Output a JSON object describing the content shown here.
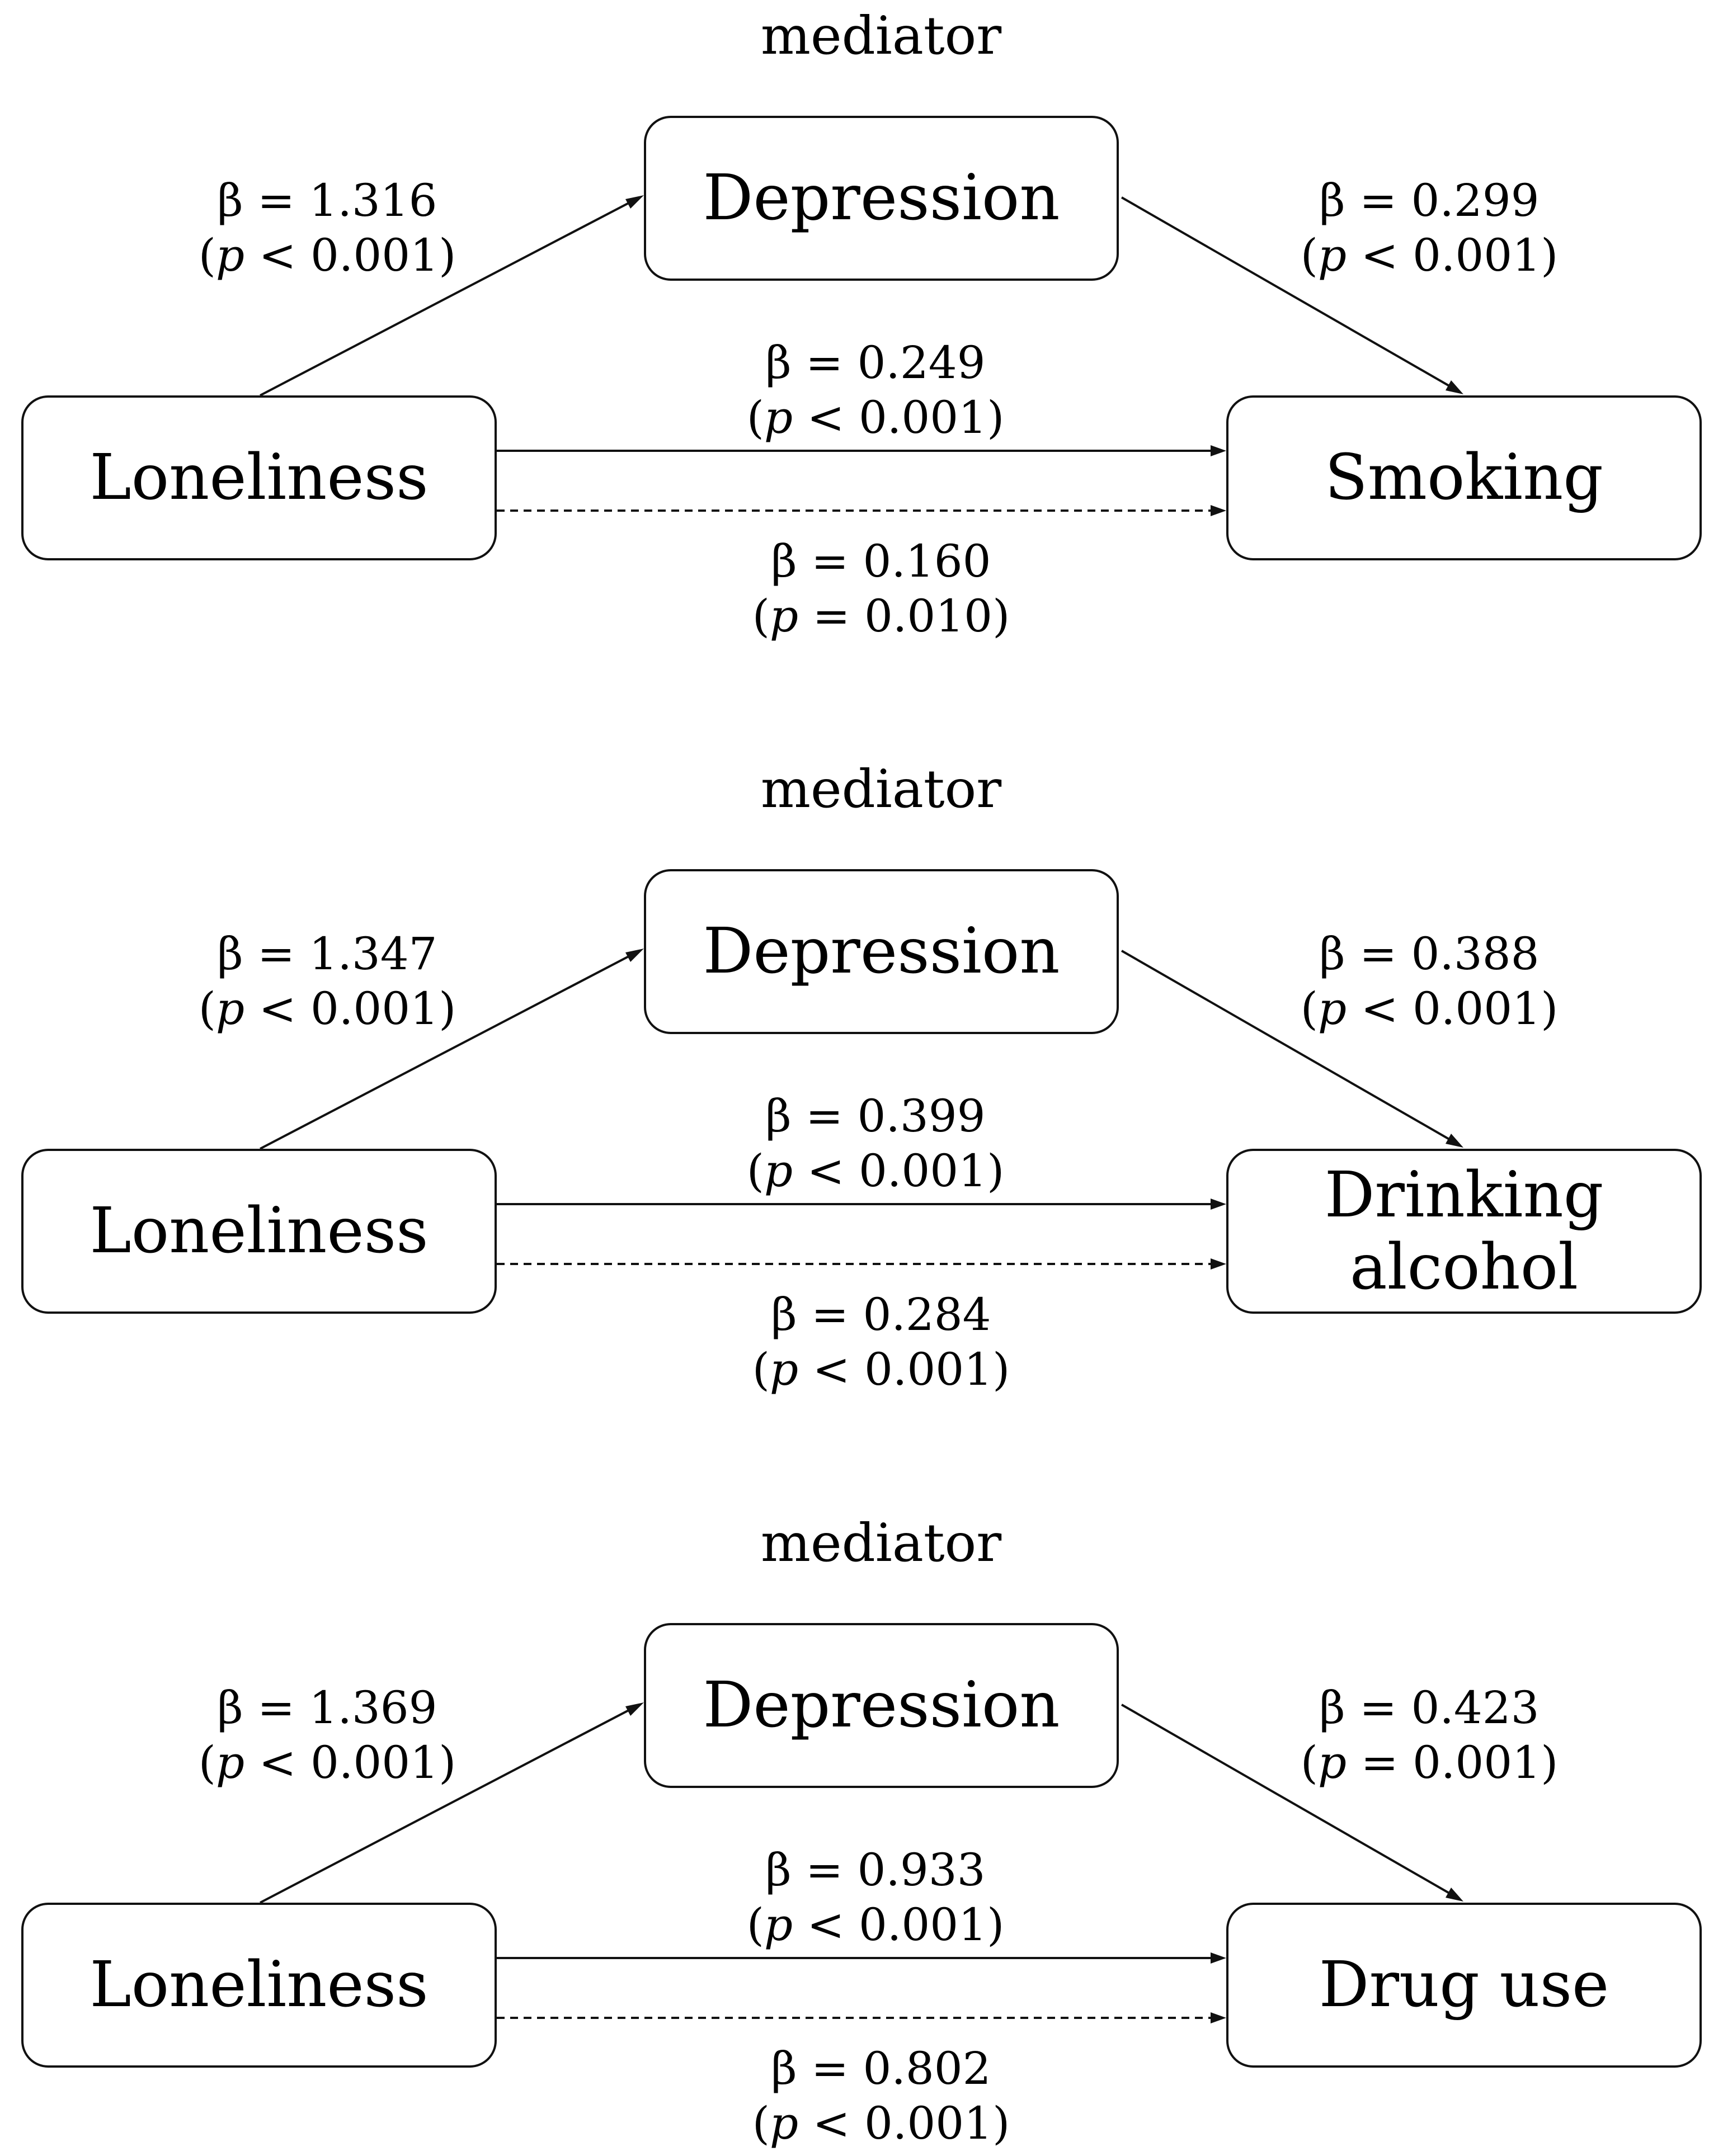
{
  "models": [
    {
      "mediator_caption": "mediator",
      "predictor": "Loneliness",
      "mediator": "Depression",
      "outcome": "Smoking",
      "paths": {
        "a": {
          "beta": "β = 1.316",
          "p_symbol": "p",
          "p_rest": " < 0.001"
        },
        "b": {
          "beta": "β = 0.299",
          "p_symbol": "p",
          "p_rest": " < 0.001"
        },
        "c": {
          "beta": "β = 0.249",
          "p_symbol": "p",
          "p_rest": " < 0.001"
        },
        "c_prime": {
          "beta": "β = 0.160",
          "p_symbol": "p",
          "p_rest": " = 0.010"
        }
      }
    },
    {
      "mediator_caption": "mediator",
      "predictor": "Loneliness",
      "mediator": "Depression",
      "outcome": "Drinking\nalcohol",
      "paths": {
        "a": {
          "beta": "β = 1.347",
          "p_symbol": "p",
          "p_rest": " < 0.001"
        },
        "b": {
          "beta": "β = 0.388",
          "p_symbol": "p",
          "p_rest": " < 0.001"
        },
        "c": {
          "beta": "β = 0.399",
          "p_symbol": "p",
          "p_rest": " < 0.001"
        },
        "c_prime": {
          "beta": "β = 0.284",
          "p_symbol": "p",
          "p_rest": " < 0.001"
        }
      }
    },
    {
      "mediator_caption": "mediator",
      "predictor": "Loneliness",
      "mediator": "Depression",
      "outcome": "Drug use",
      "paths": {
        "a": {
          "beta": "β = 1.369",
          "p_symbol": "p",
          "p_rest": " < 0.001"
        },
        "b": {
          "beta": "β = 0.423",
          "p_symbol": "p",
          "p_rest": " = 0.001"
        },
        "c": {
          "beta": "β = 0.933",
          "p_symbol": "p",
          "p_rest": " < 0.001"
        },
        "c_prime": {
          "beta": "β = 0.802",
          "p_symbol": "p",
          "p_rest": " < 0.001"
        }
      }
    }
  ],
  "colors": {
    "line": "#111111",
    "background": "#ffffff"
  }
}
